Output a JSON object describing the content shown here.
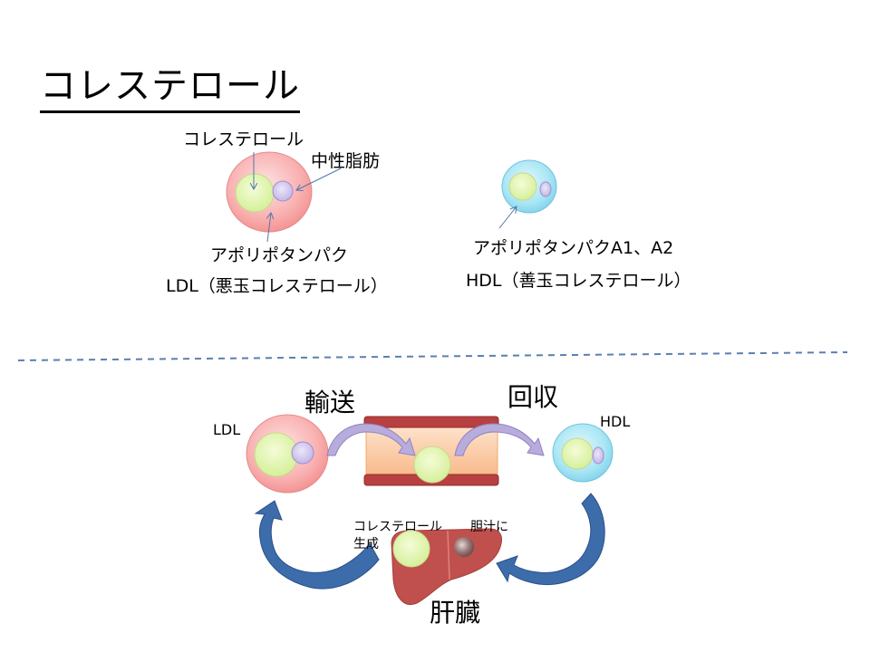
{
  "slide": {
    "title": "コレステロール",
    "top_section": {
      "ldl": {
        "label_cholesterol": "コレステロール",
        "label_triglyceride": "中性脂肪",
        "label_apoprotein": "アポリポタンパク",
        "caption": "LDL（悪玉コレステロール）"
      },
      "hdl": {
        "label_apoprotein": "アポリポタンパクA1、A2",
        "caption": "HDL（善玉コレステロール）"
      }
    },
    "bottom_section": {
      "ldl_label": "LDL",
      "hdl_label": "HDL",
      "transport_label": "輸送",
      "recovery_label": "回収",
      "liver_label": "肝臓",
      "liver_production_label_line1": "コレステロール",
      "liver_production_label_line2": "生成",
      "bile_label": "胆汁に"
    },
    "colors": {
      "ldl_fill": "#f9a6a6",
      "hdl_fill": "#9fe1f3",
      "cholesterol_fill": "#e6f7b0",
      "triglyceride_fill": "#d0c4ec",
      "vessel_wall": "#b33a3a",
      "vessel_lumen": "#fbc89a",
      "liver": "#c0504d",
      "cycle_arrow": "#3a6aa8",
      "transfer_arrow": "#b0a4d8",
      "divider": "#5b7fb0"
    }
  }
}
